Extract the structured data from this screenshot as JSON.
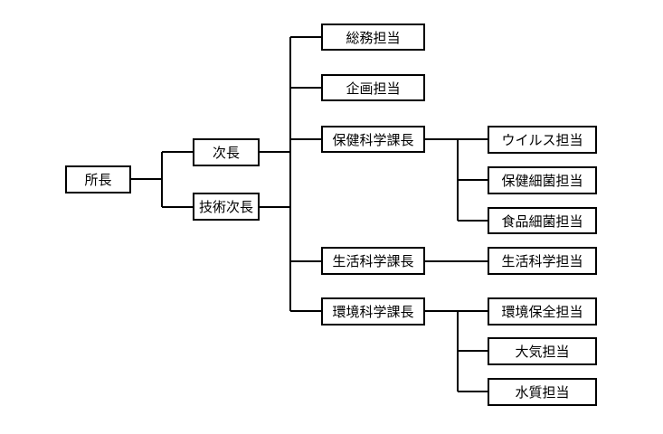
{
  "org_chart": {
    "director": {
      "label": "所長"
    },
    "deputies": [
      {
        "label": "次長"
      },
      {
        "label": "技術次長"
      }
    ],
    "divisions": [
      {
        "label": "総務担当"
      },
      {
        "label": "企画担当"
      },
      {
        "label": "保健科学課長",
        "units": [
          {
            "label": "ウイルス担当"
          },
          {
            "label": "保健細菌担当"
          },
          {
            "label": "食品細菌担当"
          }
        ]
      },
      {
        "label": "生活科学課長",
        "units": [
          {
            "label": "生活科学担当"
          }
        ]
      },
      {
        "label": "環境科学課長",
        "units": [
          {
            "label": "環境保全担当"
          },
          {
            "label": "大気担当"
          },
          {
            "label": "水質担当"
          }
        ]
      }
    ]
  }
}
